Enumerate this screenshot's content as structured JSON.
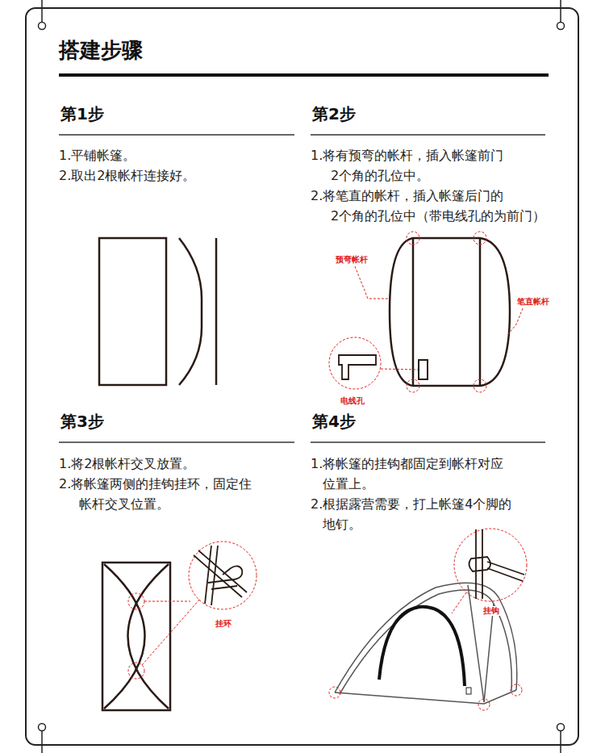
{
  "diagram": {
    "title": "搭建步骤",
    "labels": [
      "第1步",
      "1.平铺帐篷。",
      "2.取出2根帐杆连接好。",
      "第2步",
      "1.将有预弯的帐杆，插入帐篷前门 2个角的孔位中。",
      "2.将笔直的帐杆，插入帐篷后门的 2个角的孔位中（带电线孔的为前门）",
      "预弯帐杆",
      "笔直帐杆",
      "电线孔",
      "第3步",
      "1.将2根帐杆交叉放置。",
      "2.将帐篷两侧的挂钩挂环，固定住 帐杆交叉位置。",
      "挂环",
      "第4步",
      "1.将帐篷的挂钩都固定到帐杆对应 位置上。",
      "2.根据露营需要，打上帐篷4个脚的 地钉。",
      "挂钩"
    ]
  }
}
